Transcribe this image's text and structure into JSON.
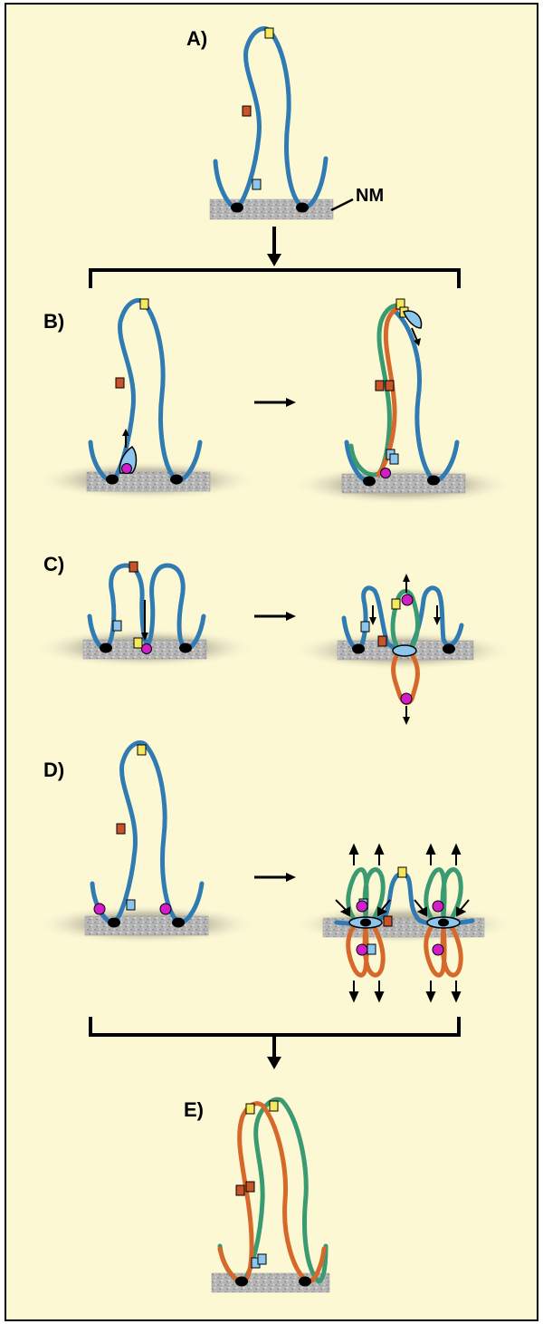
{
  "panels": {
    "a": {
      "label": "A)"
    },
    "b": {
      "label": "B)"
    },
    "c": {
      "label": "C)"
    },
    "d": {
      "label": "D)"
    },
    "e": {
      "label": "E)"
    }
  },
  "annotations": {
    "nm_label": "NM"
  },
  "colors": {
    "background": "#fdf8d4",
    "blue_dna": "#2f7bb2",
    "orange_dna": "#d5682a",
    "green_dna": "#3a9a72",
    "yellow_marker": "#f5e85c",
    "red_marker": "#c9542a",
    "lightblue_marker": "#8cc6ec",
    "magenta_dot": "#d11ec8",
    "matrix_gray": "#b9b9b9"
  }
}
